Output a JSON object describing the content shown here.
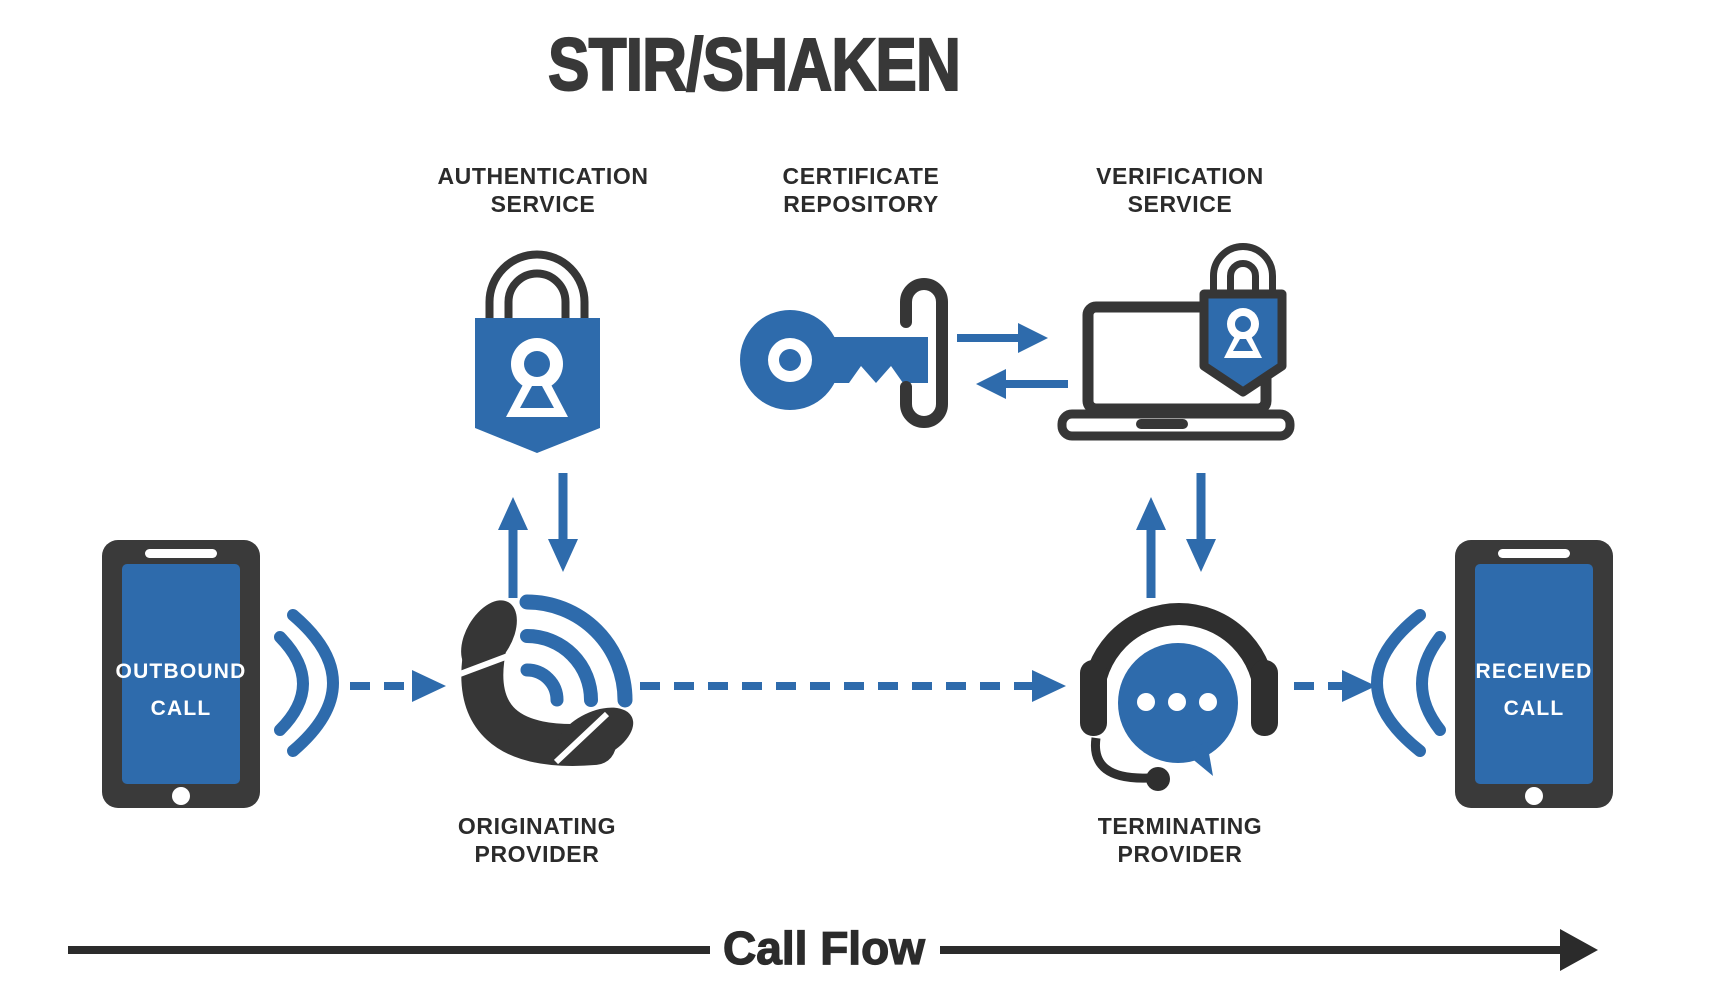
{
  "title": "STIR/SHAKEN",
  "colors": {
    "blue": "#2e6bac",
    "icon_dark": "#363636",
    "text_dark": "#2b2b2b",
    "background": "#ffffff"
  },
  "services": {
    "authentication": {
      "line1": "AUTHENTICATION",
      "line2": "SERVICE",
      "icon": "padlock-shield-icon"
    },
    "certificate": {
      "line1": "CERTIFICATE",
      "line2": "REPOSITORY",
      "icon": "key-icon"
    },
    "verification": {
      "line1": "VERIFICATION",
      "line2": "SERVICE",
      "icon": "laptop-padlock-icon"
    }
  },
  "endpoints": {
    "outbound": {
      "line1": "OUTBOUND",
      "line2": "CALL",
      "icon": "smartphone-icon"
    },
    "received": {
      "line1": "RECEIVED",
      "line2": "CALL",
      "icon": "smartphone-icon"
    }
  },
  "providers": {
    "originating": {
      "line1": "ORIGINATING",
      "line2": "PROVIDER",
      "icon": "phone-handset-icon"
    },
    "terminating": {
      "line1": "TERMINATING",
      "line2": "PROVIDER",
      "icon": "support-headset-icon"
    }
  },
  "footer": {
    "label": "Call Flow"
  }
}
